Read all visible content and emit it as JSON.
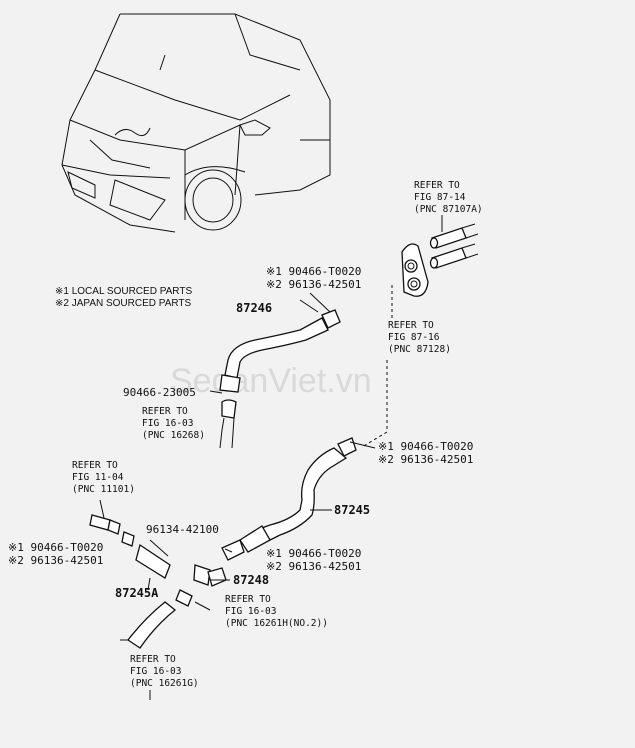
{
  "watermark": "SedanViet.vn",
  "legend": {
    "local": "※1 LOCAL SOURCED PARTS",
    "japan": "※2 JAPAN SOURCED PARTS"
  },
  "callouts": {
    "refer_87_14": {
      "l1": "REFER TO",
      "l2": "FIG 87-14",
      "l3": "(PNC 87107A)"
    },
    "refer_87_16": {
      "l1": "REFER TO",
      "l2": "FIG 87-16",
      "l3": "(PNC 87128)"
    },
    "refer_16_03_a": {
      "l1": "REFER TO",
      "l2": "FIG 16-03",
      "l3": "(PNC 16268)"
    },
    "refer_11_04": {
      "l1": "REFER TO",
      "l2": "FIG 11-04",
      "l3": "(PNC 11101)"
    },
    "refer_16_03_b": {
      "l1": "REFER TO",
      "l2": "FIG 16-03",
      "l3": "(PNC 16261H(NO.2))"
    },
    "refer_16_03_c": {
      "l1": "REFER TO",
      "l2": "FIG 16-03",
      "l3": "(PNC 16261G)"
    }
  },
  "parts": {
    "clamp_top_1": "※1 90466-T0020",
    "clamp_top_2": "※2 96136-42501",
    "hose_87246": "87246",
    "clamp_23005": "90466-23005",
    "clamp_mid_1": "※1 90466-T0020",
    "clamp_mid_2": "※2 96136-42501",
    "hose_87245": "87245",
    "clamp_left_1": "※1 90466-T0020",
    "clamp_left_2": "※2 96136-42501",
    "clamp_42100": "96134-42100",
    "hose_87245A": "87245A",
    "clamp_low_1": "※1 90466-T0020",
    "clamp_low_2": "※2 96136-42501",
    "joint_87248": "87248"
  }
}
